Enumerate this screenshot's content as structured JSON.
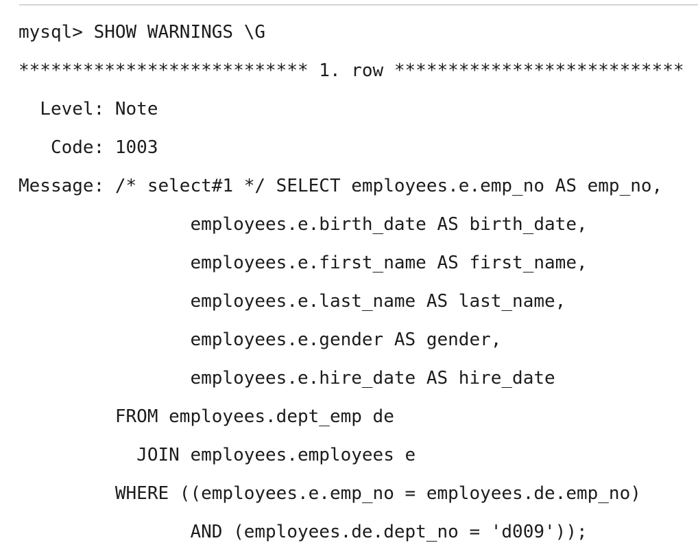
{
  "terminal": {
    "lines": [
      "mysql> SHOW WARNINGS \\G",
      "*************************** 1. row ***************************",
      "  Level: Note",
      "   Code: 1003",
      "Message: /* select#1 */ SELECT employees.e.emp_no AS emp_no,",
      "                employees.e.birth_date AS birth_date,",
      "                employees.e.first_name AS first_name,",
      "                employees.e.last_name AS last_name,",
      "                employees.e.gender AS gender,",
      "                employees.e.hire_date AS hire_date",
      "         FROM employees.dept_emp de",
      "           JOIN employees.employees e",
      "         WHERE ((employees.e.emp_no = employees.de.emp_no)",
      "                AND (employees.de.dept_no = 'd009'));"
    ]
  }
}
